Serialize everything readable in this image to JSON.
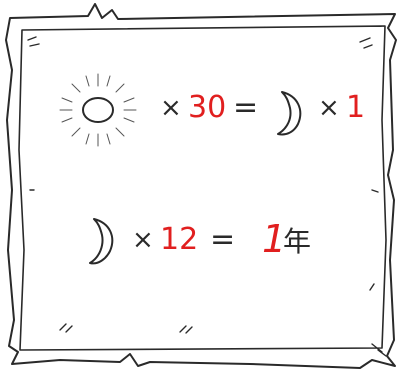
{
  "colors": {
    "ink": "#2a2a2a",
    "accent": "#e11f1f",
    "paper": "#ffffff"
  },
  "icons": {
    "sun": "sun-icon",
    "moon": "crescent-moon-icon"
  },
  "row1": {
    "left_icon": "sun-icon",
    "times": "×",
    "count": "30",
    "equals": "=",
    "right_icon": "crescent-moon-icon",
    "right_times": "×",
    "right_count": "1"
  },
  "row2": {
    "left_icon": "crescent-moon-icon",
    "times": "×",
    "count": "12",
    "equals": "=",
    "result_number": "1",
    "result_unit": "年"
  }
}
